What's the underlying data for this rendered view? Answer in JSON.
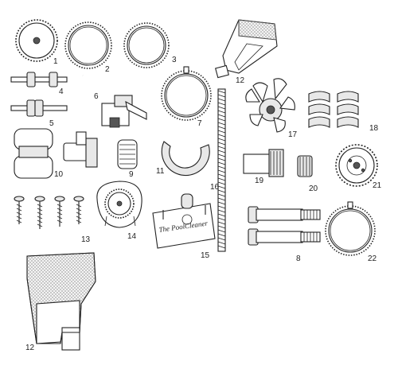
{
  "diagram": {
    "callouts": [
      {
        "id": "part-1",
        "label": "1"
      },
      {
        "id": "part-2",
        "label": "2"
      },
      {
        "id": "part-3",
        "label": "3"
      },
      {
        "id": "part-4",
        "label": "4"
      },
      {
        "id": "part-5",
        "label": "5"
      },
      {
        "id": "part-6",
        "label": "6"
      },
      {
        "id": "part-7",
        "label": "7"
      },
      {
        "id": "part-8",
        "label": "8"
      },
      {
        "id": "part-9",
        "label": "9"
      },
      {
        "id": "part-10",
        "label": "10"
      },
      {
        "id": "part-11",
        "label": "11"
      },
      {
        "id": "part-12a",
        "label": "12"
      },
      {
        "id": "part-12b",
        "label": "12"
      },
      {
        "id": "part-13",
        "label": "13"
      },
      {
        "id": "part-14",
        "label": "14"
      },
      {
        "id": "part-15",
        "label": "15"
      },
      {
        "id": "part-16",
        "label": "16"
      },
      {
        "id": "part-17",
        "label": "17"
      },
      {
        "id": "part-18",
        "label": "18"
      },
      {
        "id": "part-19",
        "label": "19"
      },
      {
        "id": "part-20",
        "label": "20"
      },
      {
        "id": "part-21",
        "label": "21"
      },
      {
        "id": "part-22",
        "label": "22"
      }
    ],
    "logo_text": "The PoolCleaner",
    "colors": {
      "line": "#222222",
      "background": "#ffffff",
      "mesh": "#bbbbbb"
    }
  }
}
